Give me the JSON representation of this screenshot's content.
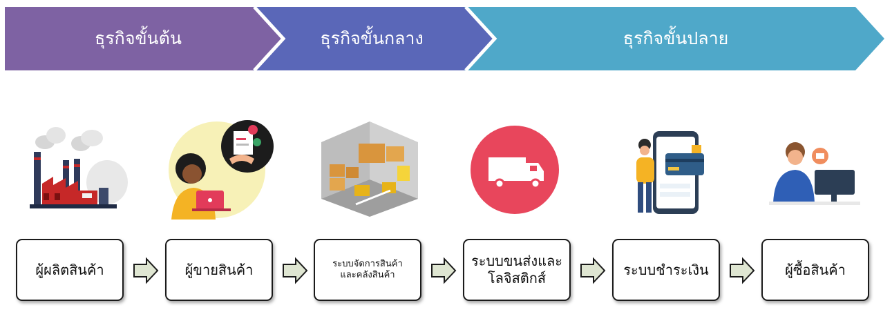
{
  "stages": [
    {
      "label": "ธุรกิจขั้นต้น",
      "color": "#7e62a3"
    },
    {
      "label": "ธุรกิจขั้นกลาง",
      "color": "#5a67b8"
    },
    {
      "label": "ธุรกิจขั้นปลาย",
      "color": "#4fa8c9"
    }
  ],
  "steps": [
    {
      "lines": [
        "ผู้ผลิตสินค้า"
      ],
      "icon": "factory-icon"
    },
    {
      "lines": [
        "ผู้ขายสินค้า"
      ],
      "icon": "seller-handshake-icon"
    },
    {
      "lines": [
        "ระบบจัดการสินค้า",
        "และคลังสินค้า"
      ],
      "icon": "warehouse-icon"
    },
    {
      "lines": [
        "ระบบขนส่งและ",
        "โลจิสติกส์"
      ],
      "icon": "delivery-truck-icon"
    },
    {
      "lines": [
        "ระบบชำระเงิน"
      ],
      "icon": "mobile-payment-icon"
    },
    {
      "lines": [
        "ผู้ซื้อสินค้า"
      ],
      "icon": "buyer-computer-icon"
    }
  ],
  "colors": {
    "arrow_fill": "#dfe6d2",
    "arrow_stroke": "#1a1a1a"
  }
}
